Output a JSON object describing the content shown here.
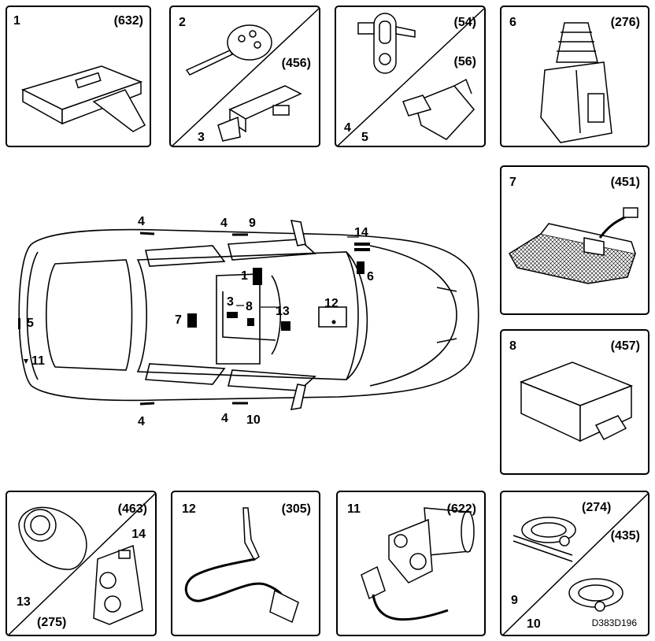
{
  "panels": {
    "p1": {
      "num": "1",
      "code": "(632)"
    },
    "p2": {
      "num": "2",
      "code": "(456)",
      "num_b": "3"
    },
    "p4": {
      "num": "4",
      "code": "(54)",
      "num_b": "5",
      "code_b": "(56)"
    },
    "p6": {
      "num": "6",
      "code": "(276)"
    },
    "p7": {
      "num": "7",
      "code": "(451)"
    },
    "p8": {
      "num": "8",
      "code": "(457)"
    },
    "p13": {
      "num": "13",
      "code": "(275)",
      "num_b": "14",
      "code_b": "(463)"
    },
    "p12": {
      "num": "12",
      "code": "(305)"
    },
    "p11": {
      "num": "11",
      "code": "(622)"
    },
    "p9": {
      "num": "9",
      "code": "(274)",
      "num_b": "10",
      "code_b": "(435)"
    }
  },
  "car_callouts": {
    "c4a": "4",
    "c4b": "4",
    "c9": "9",
    "c14": "14",
    "c1": "1",
    "c6": "6",
    "c3": "3",
    "c8": "8",
    "c13": "13",
    "c12": "12",
    "c7": "7",
    "c5": "5",
    "c11": "11",
    "c4c": "4",
    "c4d": "4",
    "c10": "10"
  },
  "reference": "D383D196"
}
